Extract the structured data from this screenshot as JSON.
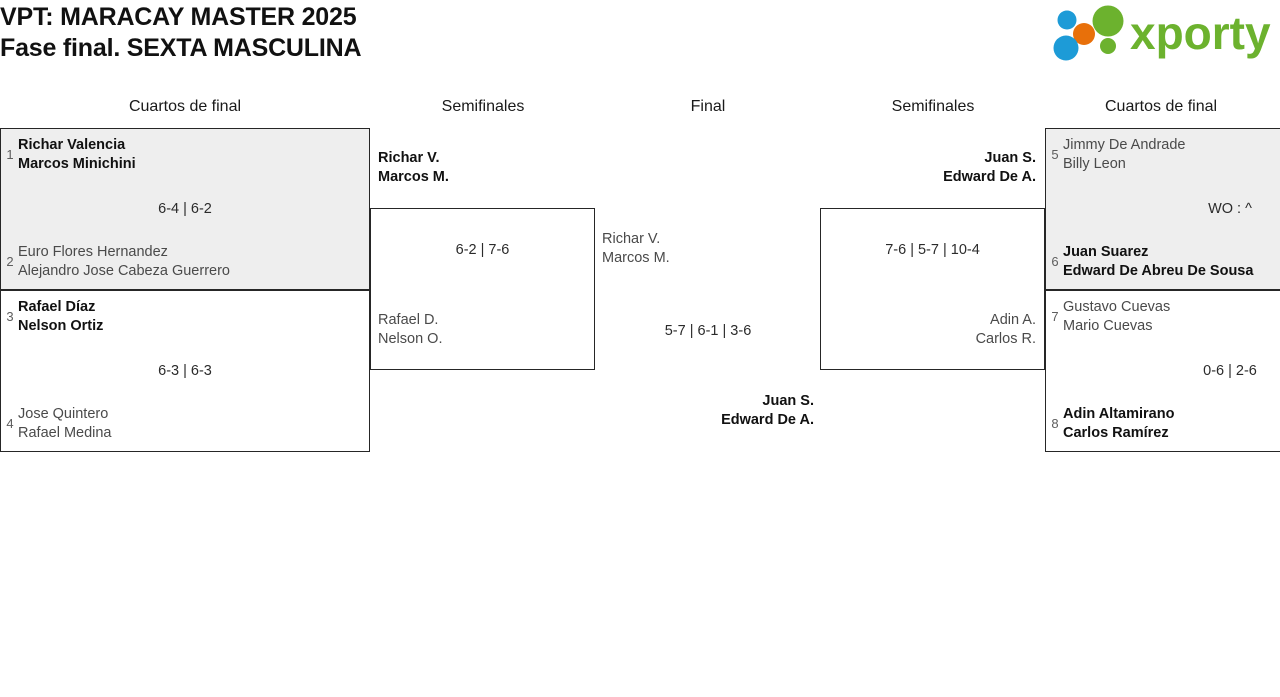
{
  "header": {
    "title_line1": "VPT: MARACAY MASTER 2025",
    "title_line2": "Fase final. SEXTA MASCULINA",
    "logo": {
      "wordmark": "xporty",
      "colors": {
        "green": "#6CB22E",
        "blue": "#1D9BD7",
        "orange": "#E8700A"
      },
      "dots": [
        {
          "name": "blue-small-dot",
          "color": "#1D9BD7"
        },
        {
          "name": "orange-dot",
          "color": "#E8700A"
        },
        {
          "name": "green-large-dot",
          "color": "#6CB22E"
        },
        {
          "name": "green-small-dot",
          "color": "#6CB22E"
        },
        {
          "name": "blue-large-dot",
          "color": "#1D9BD7"
        }
      ]
    }
  },
  "rounds": [
    {
      "key": "qf-left",
      "label": "Cuartos de final"
    },
    {
      "key": "sf-left",
      "label": "Semifinales"
    },
    {
      "key": "final",
      "label": "Final"
    },
    {
      "key": "sf-right",
      "label": "Semifinales"
    },
    {
      "key": "qf-right",
      "label": "Cuartos de final"
    }
  ],
  "bracket": {
    "qf_left": [
      {
        "id": "qf1",
        "shaded": true,
        "score": "6-4 | 6-2",
        "top": {
          "seed": "1",
          "player1": "Richar Valencia",
          "player2": "Marcos Minichini",
          "winner": true
        },
        "bottom": {
          "seed": "2",
          "player1": "Euro Flores Hernandez",
          "player2": "Alejandro Jose Cabeza Guerrero",
          "winner": false
        }
      },
      {
        "id": "qf2",
        "shaded": false,
        "score": "6-3 | 6-3",
        "top": {
          "seed": "3",
          "player1": "Rafael Díaz",
          "player2": "Nelson Ortiz",
          "winner": true
        },
        "bottom": {
          "seed": "4",
          "player1": "Jose Quintero",
          "player2": "Rafael Medina",
          "winner": false
        }
      }
    ],
    "sf_left": [
      {
        "id": "sf1",
        "score": "6-2 | 7-6",
        "top": {
          "player1": "Richar V.",
          "player2": "Marcos M.",
          "winner": true
        },
        "bottom": {
          "player1": "Rafael D.",
          "player2": "Nelson O.",
          "winner": false
        }
      }
    ],
    "final": [
      {
        "id": "final1",
        "score": "5-7 | 6-1 | 3-6",
        "top": {
          "player1": "Richar V.",
          "player2": "Marcos M.",
          "winner": false
        },
        "bottom": {
          "player1": "Juan S.",
          "player2": "Edward De A.",
          "winner": true
        }
      }
    ],
    "sf_right": [
      {
        "id": "sf2",
        "score": "7-6 | 5-7 | 10-4",
        "top": {
          "player1": "Juan S.",
          "player2": "Edward De A.",
          "winner": true
        },
        "bottom": {
          "player1": "Adin A.",
          "player2": "Carlos R.",
          "winner": false
        }
      }
    ],
    "qf_right": [
      {
        "id": "qf3",
        "shaded": true,
        "score": "WO : ^",
        "top": {
          "seed": "5",
          "player1": "Jimmy De Andrade",
          "player2": "Billy Leon",
          "winner": false
        },
        "bottom": {
          "seed": "6",
          "player1": "Juan Suarez",
          "player2": "Edward De Abreu De Sousa",
          "winner": true
        }
      },
      {
        "id": "qf4",
        "shaded": false,
        "score": "0-6 | 2-6",
        "top": {
          "seed": "7",
          "player1": "Gustavo Cuevas",
          "player2": "Mario Cuevas",
          "winner": false
        },
        "bottom": {
          "seed": "8",
          "player1": "Adin Altamirano",
          "player2": "Carlos Ramírez",
          "winner": true
        }
      }
    ]
  }
}
